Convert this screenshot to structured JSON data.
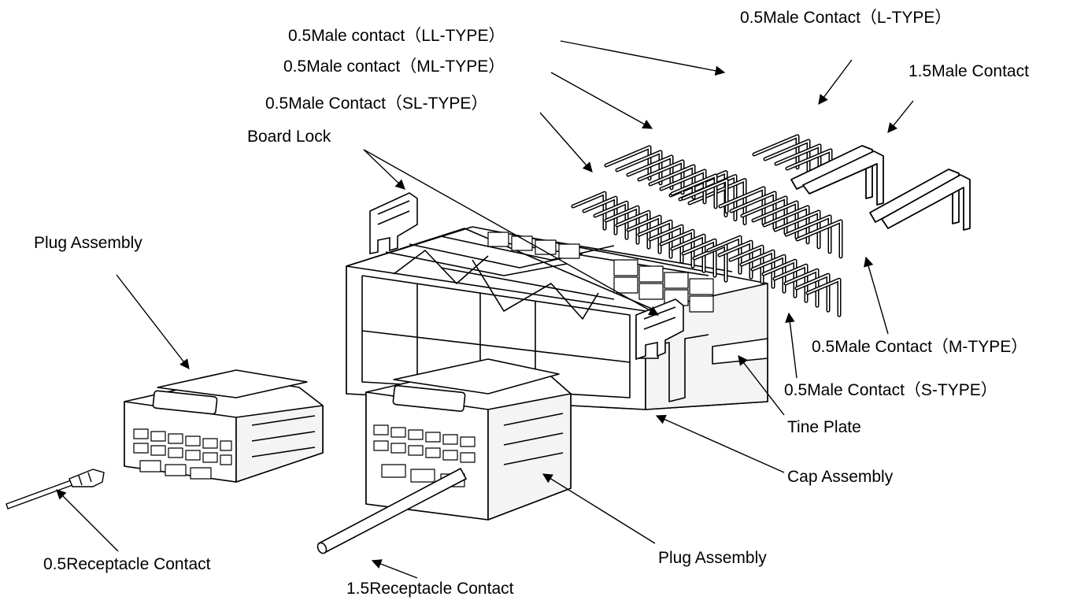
{
  "labels": {
    "ll_type": "0.5Male contact（LL-TYPE）",
    "ml_type": "0.5Male contact（ML-TYPE）",
    "sl_type": "0.5Male Contact（SL-TYPE）",
    "l_type": "0.5Male Contact（L-TYPE）",
    "male_15": "1.5Male Contact",
    "board_lock": "Board Lock",
    "plug_assembly_left": "Plug Assembly",
    "m_type": "0.5Male Contact（M-TYPE）",
    "s_type": "0.5Male Contact（S-TYPE）",
    "tine_plate": "Tine Plate",
    "cap_assembly": "Cap Assembly",
    "receptacle_05": "0.5Receptacle Contact",
    "plug_assembly_right": "Plug Assembly",
    "receptacle_15": "1.5Receptacle Contact"
  }
}
